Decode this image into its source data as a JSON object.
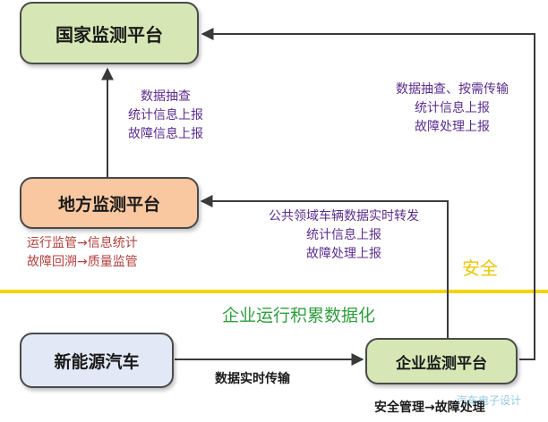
{
  "colors": {
    "national_fill": "#d6e7b5",
    "local_fill": "#f9c7a0",
    "nev_fill": "#e3e8f6",
    "enterprise_fill": "#d6e7b5",
    "edge": "#3a3a3a",
    "divider": "#f3d400",
    "purple_text": "#5b2d8e",
    "red_text": "#b0413e",
    "green_text": "#2e9e3e",
    "yellow_text": "#e8c800"
  },
  "nodes": {
    "national": "国家监测平台",
    "local": "地方监测平台",
    "nev": "新能源汽车",
    "enterprise": "企业监测平台"
  },
  "labels": {
    "local_to_national": [
      "数据抽查",
      "统计信息上报",
      "故障信息上报"
    ],
    "enterprise_to_national": [
      "数据抽查、按需传输",
      "统计信息上报",
      "故障处理上报"
    ],
    "enterprise_to_local": [
      "公共领域车辆数据实时转发",
      "统计信息上报",
      "故障处理上报"
    ],
    "local_duties": [
      "运行监管→信息统计",
      "故障回溯→质量监管"
    ],
    "safety": "安全",
    "enterprise_accumulation": "企业运行积累数据化",
    "realtime": "数据实时传输",
    "enterprise_duty": "安全管理→故障处理",
    "watermark": "汽车电子设计"
  }
}
